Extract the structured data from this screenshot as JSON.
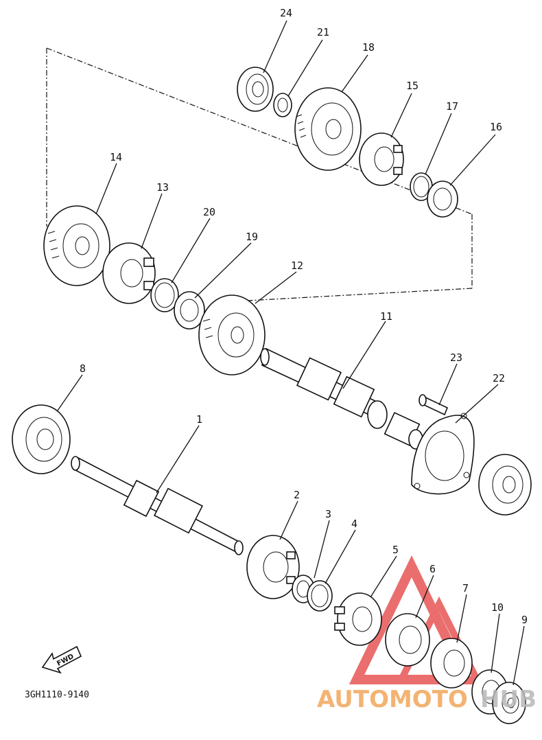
{
  "diagram_code": "3GH1110-9140",
  "direction_label": "FWD",
  "watermark": {
    "text_primary": "AUTOMOTO",
    "text_secondary": "HUB",
    "color_primary": "#f2a65a",
    "color_secondary": "#b8b8b8",
    "triangle_color": "#e64b4b"
  },
  "callouts": [
    {
      "id": "24",
      "label": "24"
    },
    {
      "id": "21",
      "label": "21"
    },
    {
      "id": "18",
      "label": "18"
    },
    {
      "id": "15",
      "label": "15"
    },
    {
      "id": "17",
      "label": "17"
    },
    {
      "id": "16",
      "label": "16"
    },
    {
      "id": "14",
      "label": "14"
    },
    {
      "id": "13",
      "label": "13"
    },
    {
      "id": "20",
      "label": "20"
    },
    {
      "id": "19",
      "label": "19"
    },
    {
      "id": "12",
      "label": "12"
    },
    {
      "id": "11",
      "label": "11"
    },
    {
      "id": "23",
      "label": "23"
    },
    {
      "id": "22",
      "label": "22"
    },
    {
      "id": "8",
      "label": "8"
    },
    {
      "id": "1",
      "label": "1"
    },
    {
      "id": "2",
      "label": "2"
    },
    {
      "id": "3",
      "label": "3"
    },
    {
      "id": "4",
      "label": "4"
    },
    {
      "id": "5",
      "label": "5"
    },
    {
      "id": "6",
      "label": "6"
    },
    {
      "id": "7",
      "label": "7"
    },
    {
      "id": "10",
      "label": "10"
    },
    {
      "id": "9",
      "label": "9"
    }
  ]
}
